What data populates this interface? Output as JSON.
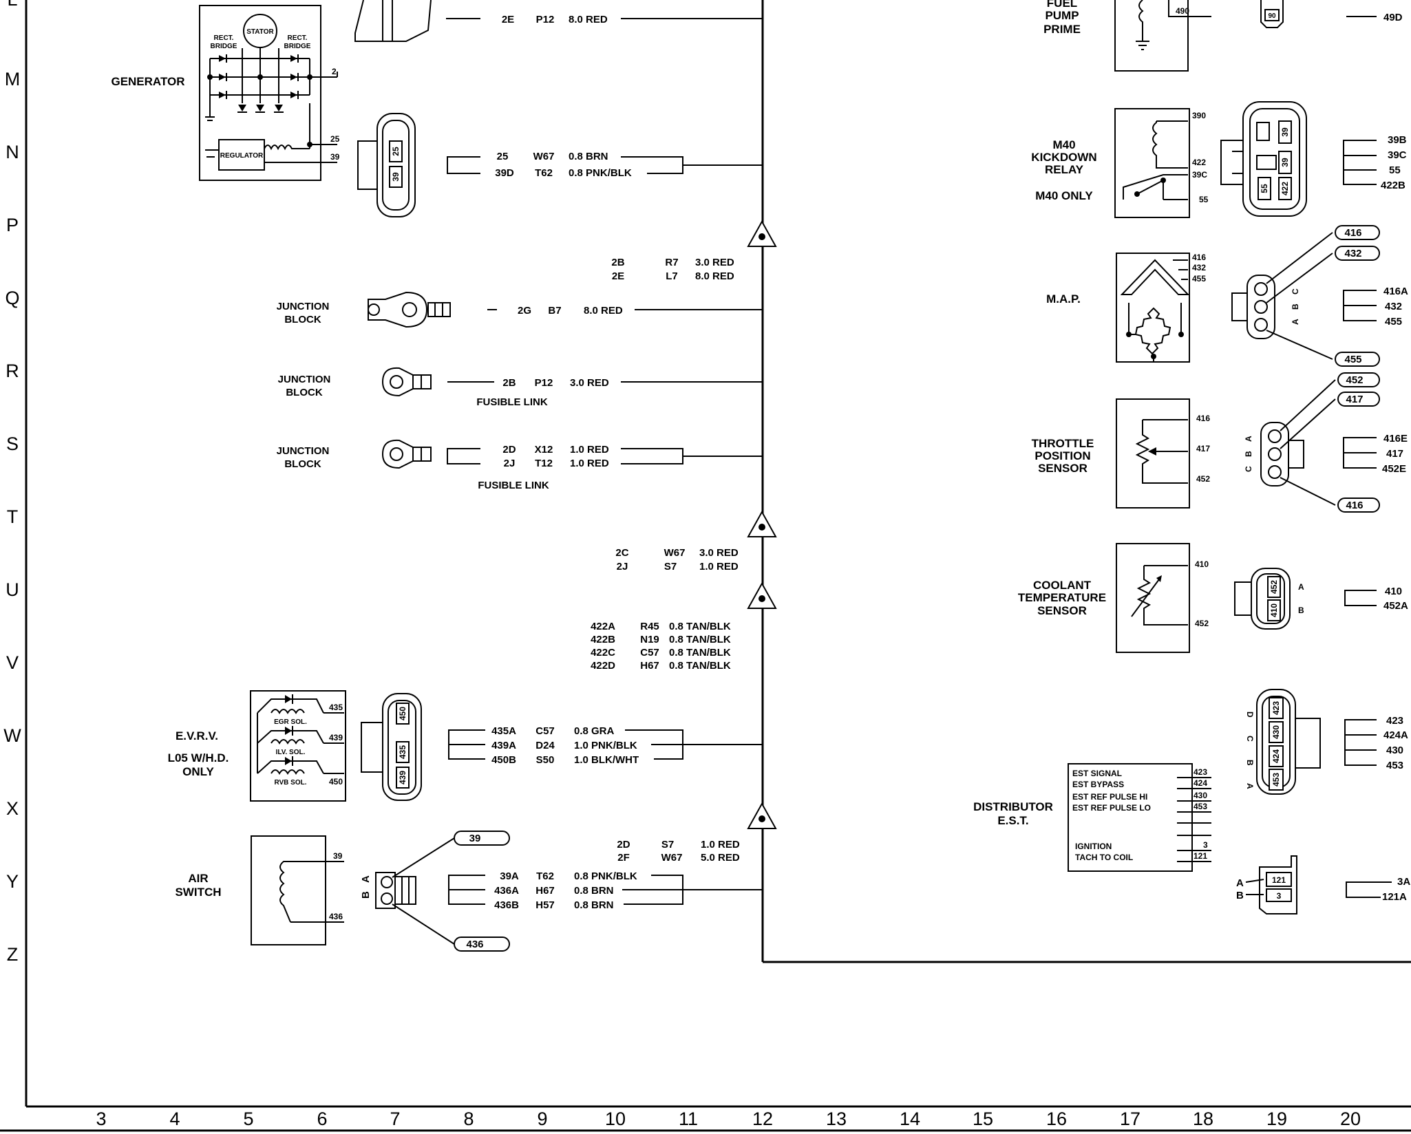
{
  "grid": {
    "rows": [
      "L",
      "M",
      "N",
      "P",
      "Q",
      "R",
      "S",
      "T",
      "U",
      "V",
      "W",
      "X",
      "Y",
      "Z"
    ],
    "columns": [
      "3",
      "4",
      "5",
      "6",
      "7",
      "8",
      "9",
      "10",
      "11",
      "12",
      "13",
      "14",
      "15",
      "16",
      "17",
      "18",
      "19",
      "20"
    ]
  },
  "left": {
    "generator": {
      "label": "GENERATOR",
      "stator": "STATOR",
      "rect_bridge_left": [
        "RECT.",
        "BRIDGE"
      ],
      "rect_bridge_right": [
        "RECT.",
        "BRIDGE"
      ],
      "regulator": "REGULATOR",
      "terminals": [
        "2",
        "25",
        "39"
      ],
      "connector_pins": [
        "25",
        "39"
      ],
      "wires": [
        {
          "circuit": "25",
          "code": "W67",
          "spec": "0.8 BRN"
        },
        {
          "circuit": "39D",
          "code": "T62",
          "spec": "0.8 PNK/BLK"
        }
      ]
    },
    "top_wire": {
      "circuit": "2E",
      "code": "P12",
      "spec": "8.0 RED"
    },
    "splice1": [
      {
        "circuit": "2B",
        "code": "R7",
        "spec": "3.0 RED"
      },
      {
        "circuit": "2E",
        "code": "L7",
        "spec": "8.0 RED"
      }
    ],
    "junction_q": {
      "label": [
        "JUNCTION",
        "BLOCK"
      ],
      "wire": {
        "circuit": "2G",
        "code": "B7",
        "spec": "8.0 RED"
      }
    },
    "junction_r": {
      "label": [
        "JUNCTION",
        "BLOCK"
      ],
      "wire": {
        "circuit": "2B",
        "code": "P12",
        "spec": "3.0 RED"
      },
      "fusible": "FUSIBLE LINK"
    },
    "junction_s": {
      "label": [
        "JUNCTION",
        "BLOCK"
      ],
      "wires": [
        {
          "circuit": "2D",
          "code": "X12",
          "spec": "1.0 RED"
        },
        {
          "circuit": "2J",
          "code": "T12",
          "spec": "1.0 RED"
        }
      ],
      "fusible": "FUSIBLE LINK"
    },
    "splice2": [
      {
        "circuit": "2C",
        "code": "W67",
        "spec": "3.0 RED"
      },
      {
        "circuit": "2J",
        "code": "S7",
        "spec": "1.0 RED"
      }
    ],
    "splice3": [
      {
        "circuit": "422A",
        "code": "R45",
        "spec": "0.8 TAN/BLK"
      },
      {
        "circuit": "422B",
        "code": "N19",
        "spec": "0.8 TAN/BLK"
      },
      {
        "circuit": "422C",
        "code": "C57",
        "spec": "0.8 TAN/BLK"
      },
      {
        "circuit": "422D",
        "code": "H67",
        "spec": "0.8 TAN/BLK"
      }
    ],
    "evrv": {
      "label": "E.V.R.V.",
      "note": [
        "L05 W/H.D.",
        "ONLY"
      ],
      "solenoids": [
        "EGR SOL.",
        "ILV. SOL.",
        "RVB SOL."
      ],
      "terminals": [
        "435",
        "439",
        "450"
      ],
      "connector_pins": [
        "450",
        "435",
        "439"
      ],
      "wires": [
        {
          "circuit": "435A",
          "code": "C57",
          "spec": "0.8 GRA"
        },
        {
          "circuit": "439A",
          "code": "D24",
          "spec": "1.0 PNK/BLK"
        },
        {
          "circuit": "450B",
          "code": "S50",
          "spec": "1.0 BLK/WHT"
        }
      ]
    },
    "splice4": [
      {
        "circuit": "2D",
        "code": "S7",
        "spec": "1.0 RED"
      },
      {
        "circuit": "2F",
        "code": "W67",
        "spec": "5.0 RED"
      }
    ],
    "air_switch": {
      "label": [
        "AIR",
        "SWITCH"
      ],
      "terminals": [
        "39",
        "436"
      ],
      "pin_letters": [
        "B",
        "A"
      ],
      "callouts": [
        "39",
        "436"
      ],
      "wires": [
        {
          "circuit": "39A",
          "code": "T62",
          "spec": "0.8 PNK/BLK"
        },
        {
          "circuit": "436A",
          "code": "H67",
          "spec": "0.8 BRN"
        },
        {
          "circuit": "436B",
          "code": "H57",
          "spec": "0.8 BRN"
        }
      ]
    }
  },
  "right": {
    "fuel_pump": {
      "label": [
        "FUEL",
        "PUMP",
        "PRIME"
      ],
      "terminal": "490",
      "connector_pin": "90",
      "wire": "49D"
    },
    "kickdown": {
      "label": [
        "M40",
        "KICKDOWN",
        "RELAY"
      ],
      "note": "M40  ONLY",
      "terminals": [
        "390",
        "422",
        "39C",
        "55"
      ],
      "connector_pins": [
        "39",
        "39",
        "55",
        "422"
      ],
      "wires": [
        "39B",
        "39C",
        "55",
        "422B"
      ]
    },
    "map": {
      "label": "M.A.P.",
      "terminals": [
        "416",
        "432",
        "455"
      ],
      "pin_letters": [
        "C",
        "B",
        "A"
      ],
      "callouts": [
        "416",
        "432",
        "455"
      ],
      "wires": [
        "416A",
        "432",
        "455"
      ]
    },
    "tps": {
      "label": [
        "THROTTLE",
        "POSITION",
        "SENSOR"
      ],
      "terminals": [
        "416",
        "417",
        "452"
      ],
      "pin_letters": [
        "A",
        "B",
        "C"
      ],
      "callouts": [
        "452",
        "417",
        "416"
      ],
      "wires": [
        "416E",
        "417",
        "452E"
      ]
    },
    "coolant": {
      "label": [
        "COOLANT",
        "TEMPERATURE",
        "SENSOR"
      ],
      "terminals": [
        "410",
        "452"
      ],
      "connector_pins": [
        "452",
        "410"
      ],
      "pin_letters": [
        "A",
        "B"
      ],
      "wires": [
        "410",
        "452A"
      ]
    },
    "est_connector": {
      "pin_letters": [
        "D",
        "C",
        "B",
        "A"
      ],
      "connector_pins": [
        "423",
        "430",
        "424",
        "453"
      ],
      "wires": [
        "423",
        "424A",
        "430",
        "453"
      ]
    },
    "distributor": {
      "label": [
        "DISTRIBUTOR",
        "E.S.T."
      ],
      "signals": [
        "EST SIGNAL",
        "EST BYPASS",
        "EST REF PULSE HI",
        "EST REF PULSE LO",
        "IGNITION",
        "TACH TO COIL"
      ],
      "terminals": [
        "423",
        "424",
        "430",
        "453",
        "3",
        "121"
      ]
    },
    "ignition_connector": {
      "pin_letters": [
        "A",
        "B"
      ],
      "connector_pins": [
        "121",
        "3"
      ],
      "wires": [
        "3A",
        "121A"
      ]
    }
  }
}
